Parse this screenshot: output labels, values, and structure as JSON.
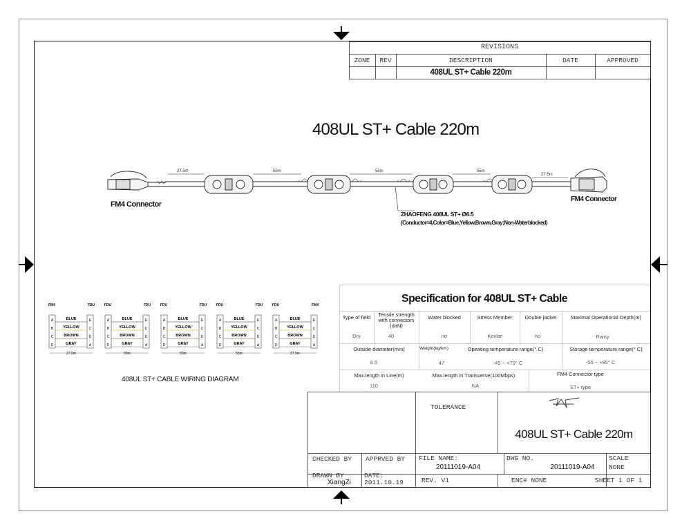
{
  "revisions": {
    "title": "REVISIONS",
    "headers": {
      "zone": "ZONE",
      "rev": "REV",
      "description": "DESCRIPTION",
      "date": "DATE",
      "approved": "APPROVED"
    },
    "row": {
      "description": "408UL ST+ Cable 220m"
    }
  },
  "drawing": {
    "main_title": "408UL ST+ Cable 220m",
    "left_connector": "FM4 Connector",
    "right_connector": "FM4 Connector",
    "segments": [
      "27.5m",
      "55m",
      "55m",
      "55m",
      "27.5m"
    ],
    "cable_note_line1": "ZHAOFENG  408UL  ST+  Ø6.5",
    "cable_note_line2": "(Conductor=4,Color=Blue,Yellow,Brown,Gray;Non-Waterblocked)"
  },
  "wiring": {
    "caption": "408UL ST+ CABLE WIRING DIAGRAM",
    "wires": [
      "BLUE",
      "YELLOW",
      "BROWN",
      "GRAY"
    ],
    "pins_left": [
      "A",
      "B",
      "C",
      "D"
    ],
    "pins_right": [
      "E",
      "C",
      "D",
      "A"
    ],
    "fm4_label": "FM4",
    "fdu_label": "FDU",
    "lengths": [
      "27.5m",
      "55m",
      "55m",
      "55m",
      "27.5m"
    ]
  },
  "spec": {
    "title": "Specification for 408UL ST+ Cable",
    "row1_headers": [
      "Type of field",
      "Tensile strength with connectors (daN)",
      "Water blocked",
      "Stress Member",
      "Double jacket",
      "Maximal Operational Depth(m)"
    ],
    "row1_values": [
      "Dry",
      "40",
      "no",
      "Kevlar",
      "no",
      "Rainy"
    ],
    "row2_headers": [
      "Outside diameter(mm)",
      "Weight(kg/km)",
      "Opeating temperature range(° C)",
      "Storage temperature range(° C)"
    ],
    "row2_values": [
      "6.5",
      "47",
      "-45 ~ +70° C",
      "-55 ~ +85° C"
    ],
    "row3_headers": [
      "Max.length in Line(m)",
      "Max.length in Transverse(100Mbps)",
      "FM4 Connector type"
    ],
    "row3_values": [
      "110",
      "NA",
      "ST+ type"
    ]
  },
  "title_block": {
    "tolerance": "TOLERANCE",
    "title": "408UL ST+ Cable 220m",
    "checked_by": "CHECKED BY",
    "approved_by": "APPRVED BY",
    "file_name_label": "FILE NAME:",
    "file_name": "20111019-A04",
    "dwg_no_label": "DWG NO.",
    "dwg_no": "20111019-A04",
    "scale_label": "SCALE",
    "scale": "NONE",
    "drawn_by_label": "DRAWN BY",
    "drawn_by": "XiangZi",
    "date_label": "DATE:",
    "date": "2011.10.19",
    "rev": "REV.  V1",
    "enc": "ENC#    NONE",
    "sheet": "SHEET 1 OF 1"
  }
}
